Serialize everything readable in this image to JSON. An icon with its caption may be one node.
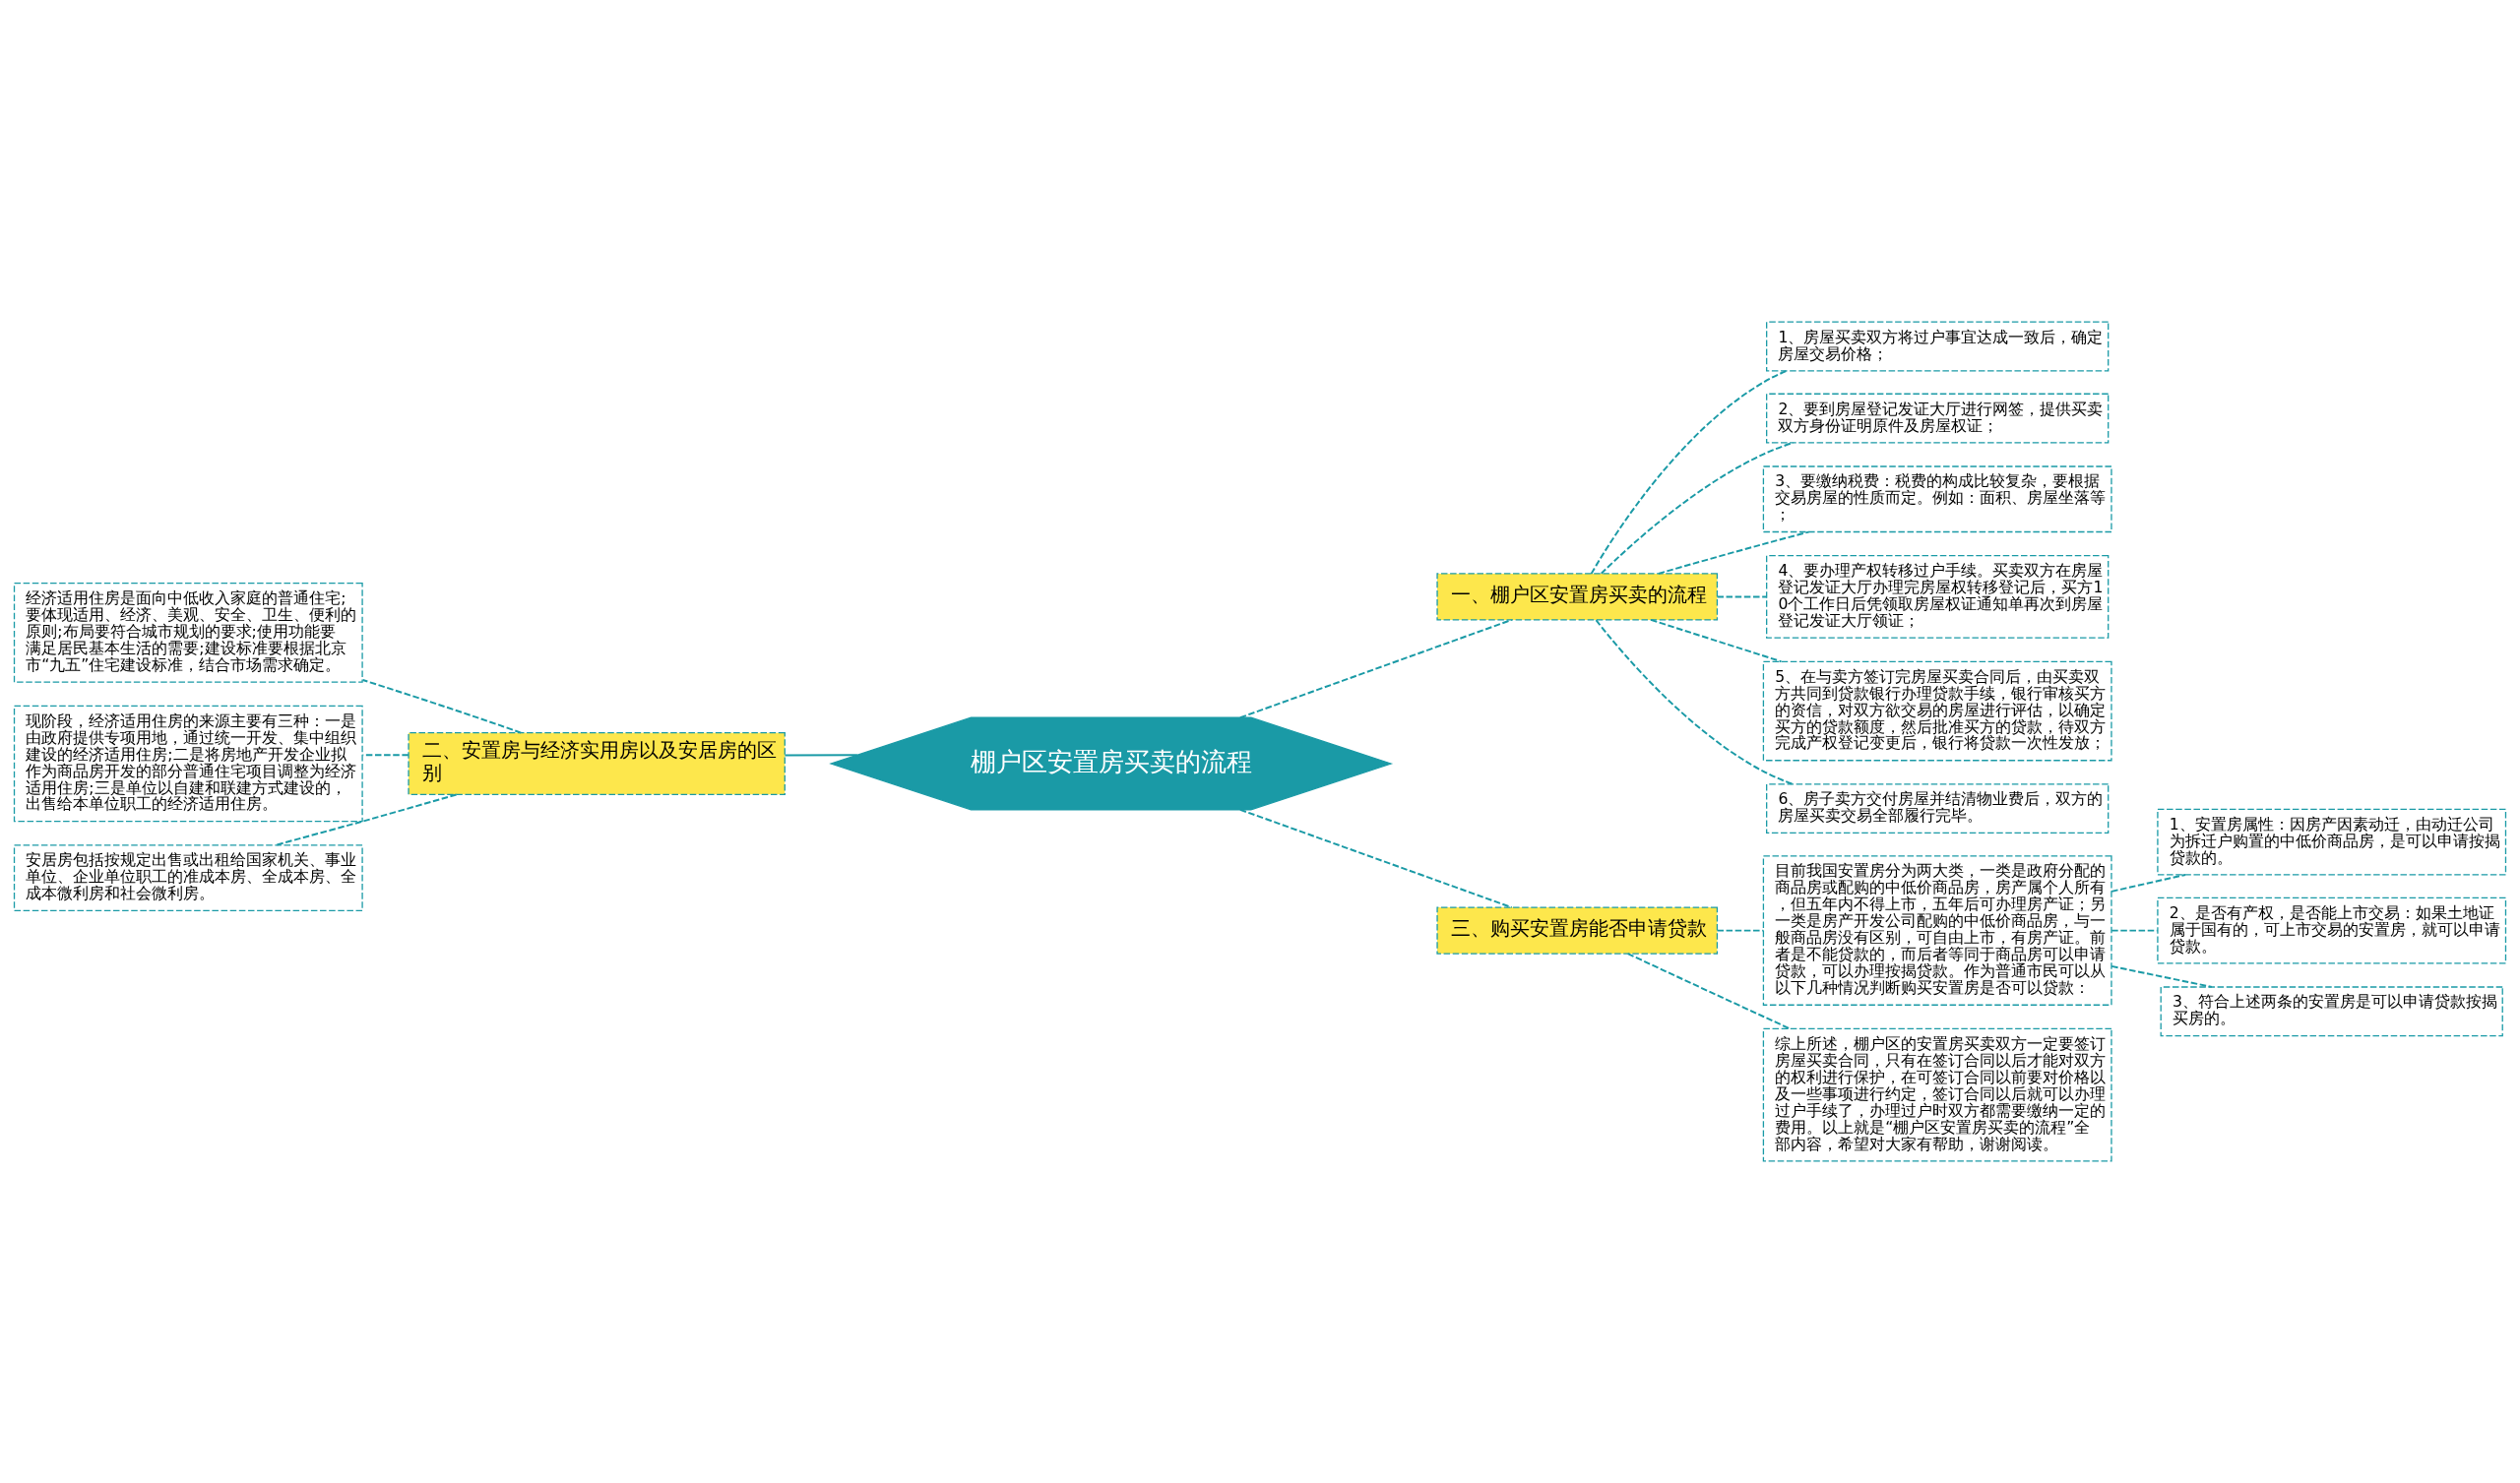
{
  "diagram": {
    "nodes": [
      {
        "text": [
          "棚户区安置房买卖的流程"
        ]
      },
      {
        "text": [
          "一、棚户区安置房买卖的流程"
        ]
      },
      {
        "text": [
          "1、房屋买卖双方将过户事宜达成一致后，确定房屋交易价格；"
        ]
      },
      {
        "text": [
          "2、要到房屋登记发证大厅进行网签，提供买卖双方身份证明原件及房屋权证；"
        ]
      },
      {
        "text": [
          "3、要缴纳税费：税费的构成比较复杂，要根据交易房屋的性质而定。例如：面积、房屋坐落等；"
        ]
      },
      {
        "text": [
          "4、要办理产权转移过户手续。买卖双方在房屋登记发证大厅办理完房屋权转移登记后，买方10个工作日后凭领取房屋权证通知单再次到房屋登记发证大厅领证；"
        ]
      },
      {
        "text": [
          "5、在与卖方签订完房屋买卖合同后，由买卖双方共同到贷款银行办理贷款手续，银行审核买方的资信，对双方欲交易的房屋进行评估，以确定买方的贷款额度，然后批准买方的贷款，待双方完成产权登记变更后，银行将贷款一次性发放；"
        ]
      },
      {
        "text": [
          "6、房子卖方交付房屋并结清物业费后，双方的房屋买卖交易全部履行完毕。"
        ]
      },
      {
        "text": [
          "二、安置房与经济实用房以及安居房的区别"
        ]
      },
      {
        "text": [
          "经济适用住房是面向中低收入家庭的普通住宅;要体现适用、经济、美观、安全、卫生、便利的原则;布局要符合城市规划的要求;使用功能要满足居民基本生活的需要;建设标准要根据北京市“九五”住宅建设标准，结合市场需求确定。"
        ]
      },
      {
        "text": [
          "现阶段，经济适用住房的来源主要有三种：一是由政府提供专项用地，通过统一开发、集中组织建设的经济适用住房;二是将房地产开发企业拟作为商品房开发的部分普通住宅项目调整为经济适用住房;三是单位以自建和联建方式建设的，出售给本单位职工的经济适用住房。"
        ]
      },
      {
        "text": [
          "安居房包括按规定出售或出租给国家机关、事业单位、企业单位职工的准成本房、全成本房、全成本微利房和社会微利房。"
        ]
      },
      {
        "text": [
          "三、购买安置房能否申请贷款"
        ]
      },
      {
        "text": [
          "目前我国安置房分为两大类，一类是政府分配的商品房或配购的中低价商品房，房产属个人所有，但五年内不得上市，五年后可办理房产证；另一类是房产开发公司配购的中低价商品房，与一般商品房没有区别，可自由上市，有房产证。前者是不能贷款的，而后者等同于商品房可以申请贷款，可以办理按揭贷款。作为普通市民可以从以下几种情况判断购买安置房是否可以贷款："
        ]
      },
      {
        "text": [
          "1、安置房属性：因房产因素动迁，由动迁公司为拆迁户购置的中低价商品房，是可以申请按揭贷款的。"
        ]
      },
      {
        "text": [
          "2、是否有产权，是否能上市交易：如果土地证属于国有的，可上市交易的安置房，就可以申请贷款。"
        ]
      },
      {
        "text": [
          "3、符合上述两条的安置房是可以申请贷款按揭买房的。"
        ]
      },
      {
        "text": [
          "综上所述，棚户区的安置房买卖双方一定要签订房屋买卖合同，只有在签订合同以后才能对双方的权利进行保护，在可签订合同以前要对价格以及一些事项进行约定，签订合同以后就可以办理过户手续了，办理过户时双方都需要缴纳一定的费用。以上就是“棚户区安置房买卖的流程”全部内容，希望对大家有帮助，谢谢阅读。"
        ]
      }
    ],
    "edges": [
      {
        "from": 0,
        "to": 1,
        "arrow": "none",
        "style": "dashed"
      },
      {
        "from": 1,
        "to": 2,
        "arrow": "none",
        "style": "dashed"
      },
      {
        "from": 1,
        "to": 3,
        "arrow": "none",
        "style": "dashed"
      },
      {
        "from": 1,
        "to": 4,
        "arrow": "none",
        "style": "dashed"
      },
      {
        "from": 1,
        "to": 5,
        "arrow": "none",
        "style": "dashed"
      },
      {
        "from": 1,
        "to": 6,
        "arrow": "none",
        "style": "dashed"
      },
      {
        "from": 1,
        "to": 7,
        "arrow": "none",
        "style": "dashed"
      },
      {
        "from": 0,
        "to": 8,
        "arrow": "none"
      },
      {
        "from": 8,
        "to": 9,
        "arrow": "none",
        "style": "dashed"
      },
      {
        "from": 8,
        "to": 10,
        "arrow": "none",
        "style": "dashed"
      },
      {
        "from": 8,
        "to": 11,
        "arrow": "none",
        "style": "dashed"
      },
      {
        "from": 0,
        "to": 12,
        "arrow": "none",
        "style": "dashed"
      },
      {
        "from": 12,
        "to": 13,
        "arrow": "none",
        "style": "dashed"
      },
      {
        "from": 13,
        "to": 14,
        "arrow": "none",
        "style": "dashed"
      },
      {
        "from": 13,
        "to": 15,
        "arrow": "none",
        "style": "dashed"
      },
      {
        "from": 13,
        "to": 16,
        "arrow": "none",
        "style": "dashed"
      },
      {
        "from": 12,
        "to": 17,
        "arrow": "none",
        "style": "dashed"
      }
    ]
  }
}
